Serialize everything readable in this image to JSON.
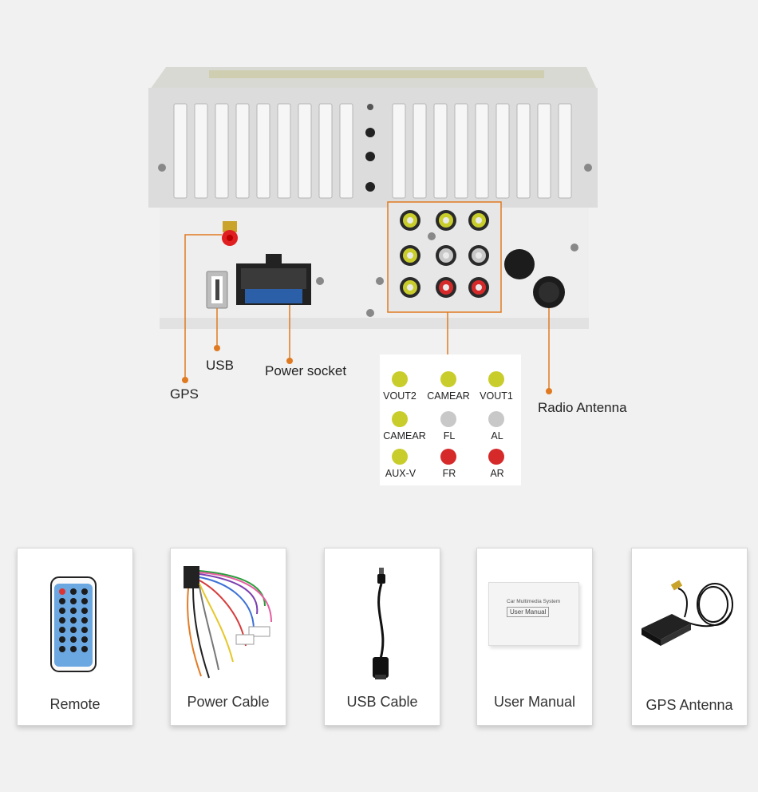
{
  "connector_labels": {
    "gps": "GPS",
    "usb": "USB",
    "power_socket": "Power socket",
    "radio_antenna": "Radio Antenna"
  },
  "rca_legend": [
    {
      "label": "VOUT2",
      "color": "#c9cd2c"
    },
    {
      "label": "CAMEAR",
      "color": "#c9cd2c"
    },
    {
      "label": "VOUT1",
      "color": "#c9cd2c"
    },
    {
      "label": "CAMEAR",
      "color": "#c9cd2c"
    },
    {
      "label": "FL",
      "color": "#c8c8c8"
    },
    {
      "label": "AL",
      "color": "#c8c8c8"
    },
    {
      "label": "AUX-V",
      "color": "#c9cd2c"
    },
    {
      "label": "FR",
      "color": "#d62a2a"
    },
    {
      "label": "AR",
      "color": "#d62a2a"
    }
  ],
  "accessories": [
    {
      "label": "Remote"
    },
    {
      "label": "Power Cable"
    },
    {
      "label": "USB Cable"
    },
    {
      "label": "User Manual",
      "manual_text_1": "Car Multimedia System",
      "manual_text_2": "User Manual"
    },
    {
      "label": "GPS Antenna"
    }
  ],
  "colors": {
    "callout": "#e07a20",
    "background": "#f1f1f1",
    "yellow": "#c9cd2c",
    "white": "#c8c8c8",
    "red": "#d62a2a"
  }
}
